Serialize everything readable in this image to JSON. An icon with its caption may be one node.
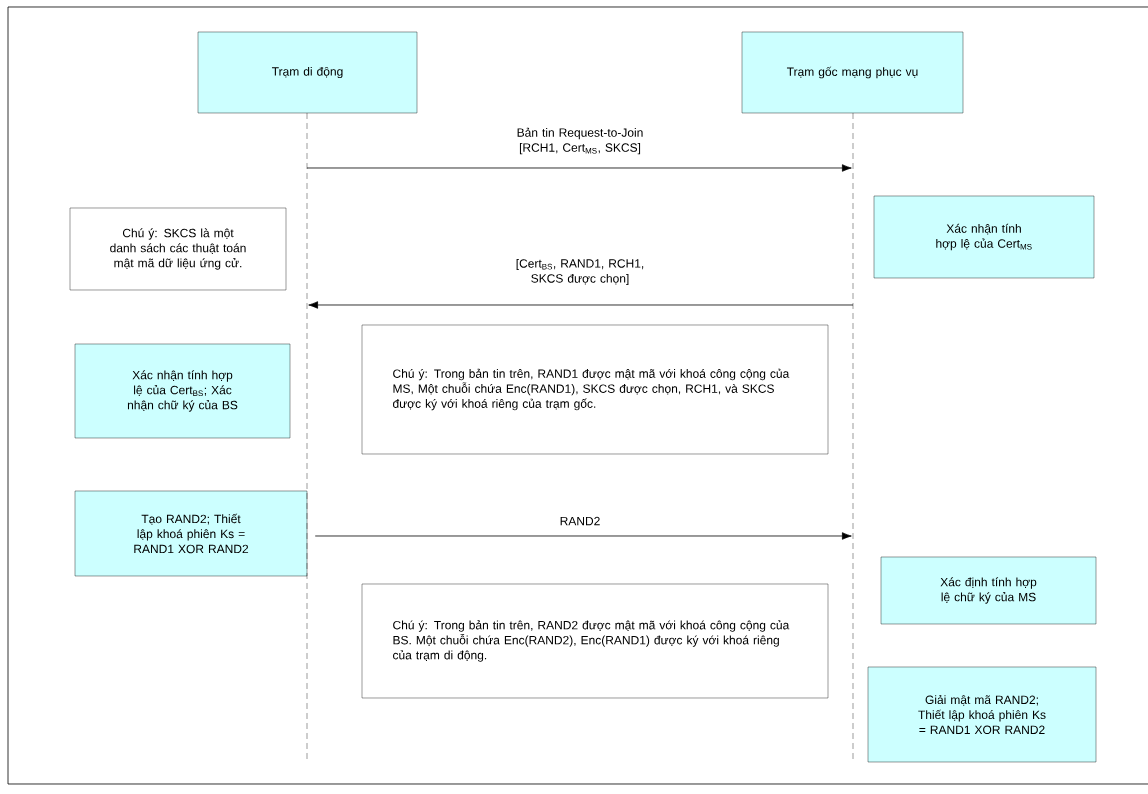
{
  "diagram": {
    "nodes": [
      {
        "text": [
          "Trạm di động"
        ]
      },
      {
        "text": [
          "Trạm gốc mạng phục vụ"
        ]
      },
      {
        "text": [
          "Chú ý: SKCS là một danh sách các thuật toán mật mã dữ liệu ứng cử."
        ]
      },
      {
        "text": [
          "Xác nhận tính hợp lệ của Cert$_{MS}$"
        ]
      },
      {
        "text": [
          "Xác nhận tính hợp lệ của Cert$_{BS}$; Xác nhận chữ ký của BS"
        ]
      },
      {
        "text": [
          "Chú ý: Trong bản tin trên, RAND1 được mật mã với khoá công cộng của MS, Một chuỗi chứa Enc(RAND1), SKCS được chọn, RCH1, và SKCS được ký với khoá riêng của trạm gốc."
        ]
      },
      {
        "text": [
          "Tạo RAND2; Thiết lập khoá phiên Ks = RAND1 XOR RAND2"
        ]
      },
      {
        "text": [
          "Xác định tính hợp lệ chữ ký của MS"
        ]
      },
      {
        "text": [
          "Chú ý: Trong bản tin trên, RAND2 được mật mã với khoá công cộng của BS. Một chuỗi chứa Enc(RAND2), Enc(RAND1) được ký với khoá riêng của trạm di động."
        ]
      },
      {
        "text": [
          "Giải mật mã RAND2; Thiết lập khoá phiên Ks = RAND1 XOR RAND2"
        ]
      },
      {
        "text": [],
        "shape": "line"
      },
      {
        "text": [],
        "shape": "line"
      }
    ],
    "edges": [
      {
        "from": 10,
        "to": 11,
        "arrow": "to",
        "label": "Bản tin Request-to-Join [RCH1, Cert$_{MS}$, SKCS]"
      },
      {
        "from": 11,
        "to": 10,
        "arrow": "to",
        "label": "[Cert$_{BS}$, RAND1, RCH1, SKCS được chọn]"
      },
      {
        "from": 6,
        "to": 11,
        "arrow": "to",
        "label": "RAND2"
      }
    ]
  }
}
